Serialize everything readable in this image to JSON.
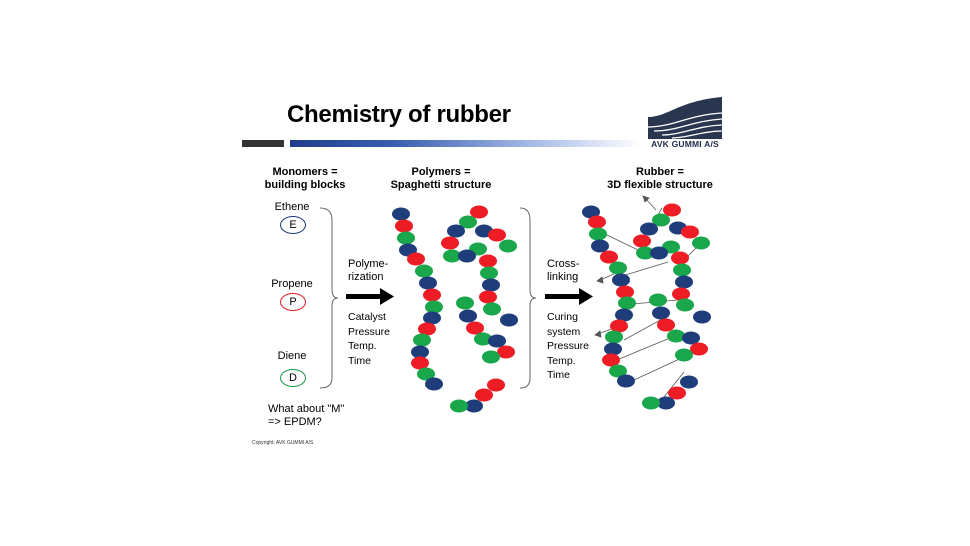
{
  "slide": {
    "title": "Chemistry of rubber",
    "logo_text": "AVK GUMMI A/S",
    "copyright": "Copyright: AVK GUMMI A/S"
  },
  "columns": {
    "monomers": {
      "line1": "Monomers =",
      "line2": "building blocks"
    },
    "polymers": {
      "line1": "Polymers =",
      "line2": "Spaghetti structure"
    },
    "rubber": {
      "line1": "Rubber =",
      "line2": "3D flexible structure"
    }
  },
  "monomers": [
    {
      "name": "Ethene",
      "symbol": "E",
      "color": "#1f3d7a"
    },
    {
      "name": "Propene",
      "symbol": "P",
      "color": "#e0202a"
    },
    {
      "name": "Diene",
      "symbol": "D",
      "color": "#1a9a4a"
    }
  ],
  "question": {
    "line1": "What about \"M\"",
    "line2": "=> EPDM?"
  },
  "step1": {
    "label_line1": "Polyme-",
    "label_line2": "rization",
    "conditions": [
      "Catalyst",
      "Pressure",
      "Temp.",
      "Time"
    ]
  },
  "step2": {
    "label_line1": "Cross-",
    "label_line2": "linking",
    "conditions": [
      "Curing",
      "system",
      "Pressure",
      "Temp.",
      "Time"
    ]
  },
  "colors": {
    "blue": "#1f3d7a",
    "red": "#ee1c24",
    "green": "#1aa64a",
    "title_bar": "#333333",
    "accent_blue": "#1f3d8c"
  }
}
